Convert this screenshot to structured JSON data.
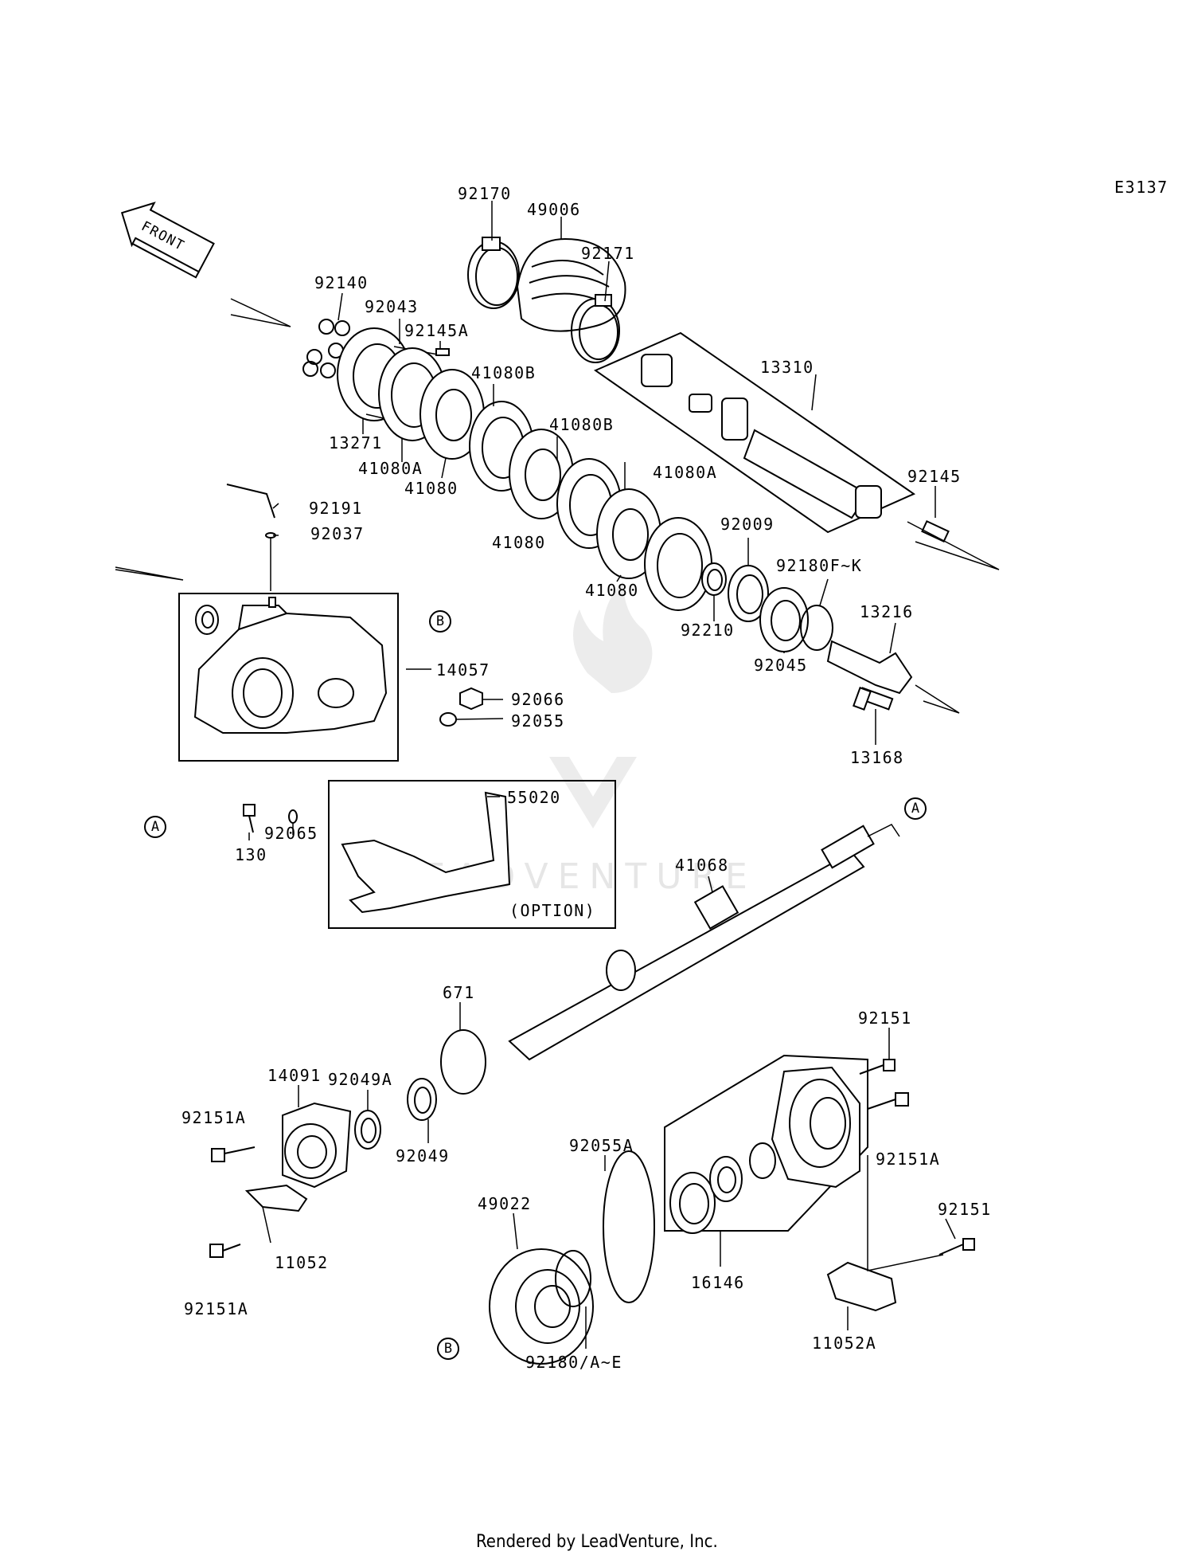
{
  "diagram_code": "E3137",
  "front_label": "FRONT",
  "watermark": "LEADVENTURE",
  "footer": "Rendered by LeadVenture, Inc.",
  "option_label": "(OPTION)",
  "ref_a": "A",
  "ref_b": "B",
  "labels": {
    "p92170": "92170",
    "p49006": "49006",
    "p92171": "92171",
    "p92140": "92140",
    "p92043": "92043",
    "p92145A": "92145A",
    "p41080B_1": "41080B",
    "p41080B_2": "41080B",
    "p13310": "13310",
    "p13271": "13271",
    "p41080A_1": "41080A",
    "p41080_1": "41080",
    "p41080A_2": "41080A",
    "p92145": "92145",
    "p92191": "92191",
    "p92037": "92037",
    "p41080_2": "41080",
    "p92009": "92009",
    "p92180FK": "92180F~K",
    "p41080_3": "41080",
    "p13216": "13216",
    "p92210": "92210",
    "p14057": "14057",
    "p92045": "92045",
    "p92066": "92066",
    "p92055": "92055",
    "p13168": "13168",
    "p55020": "55020",
    "p130": "130",
    "p92065": "92065",
    "p41068": "41068",
    "p671": "671",
    "p92151_1": "92151",
    "p14091": "14091",
    "p92049A": "92049A",
    "p92151A_1": "92151A",
    "p92049": "92049",
    "p92151A_2": "92151A",
    "p92055A": "92055A",
    "p49022": "49022",
    "p92151_2": "92151",
    "p11052": "11052",
    "p16146": "16146",
    "p92151A_3": "92151A",
    "p92180AE": "92180/A~E",
    "p11052A": "11052A"
  }
}
